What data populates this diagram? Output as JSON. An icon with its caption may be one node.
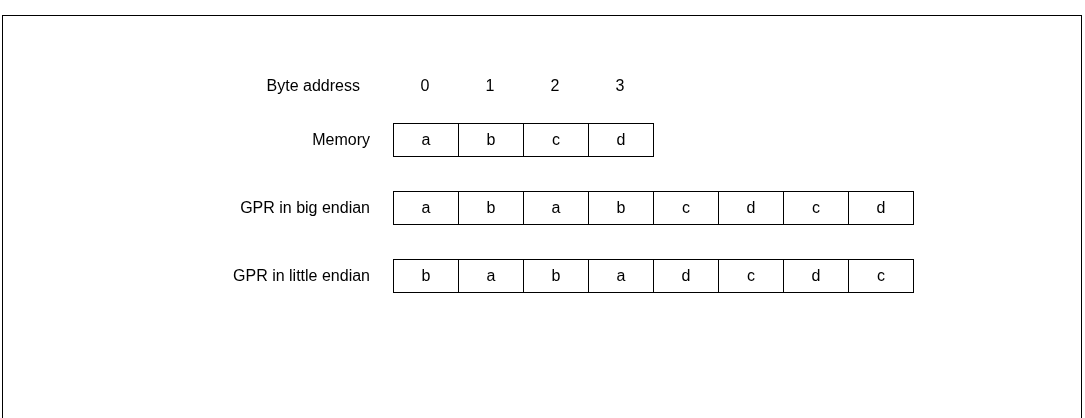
{
  "diagram": {
    "nodes": [
      {
        "text": [
          "a"
        ]
      },
      {
        "text": [
          "b"
        ]
      },
      {
        "text": [
          "c"
        ]
      },
      {
        "text": [
          "d"
        ]
      },
      {
        "text": [
          "a"
        ]
      },
      {
        "text": [
          "b"
        ]
      },
      {
        "text": [
          "a"
        ]
      },
      {
        "text": [
          "b"
        ]
      },
      {
        "text": [
          "c"
        ]
      },
      {
        "text": [
          "d"
        ]
      },
      {
        "text": [
          "c"
        ]
      },
      {
        "text": [
          "d"
        ]
      },
      {
        "text": [
          "b"
        ]
      },
      {
        "text": [
          "a"
        ]
      },
      {
        "text": [
          "b"
        ]
      },
      {
        "text": [
          "a"
        ]
      },
      {
        "text": [
          "d"
        ]
      },
      {
        "text": [
          "c"
        ]
      },
      {
        "text": [
          "d"
        ]
      },
      {
        "text": [
          "c"
        ]
      }
    ],
    "edges": [],
    "labels": [
      "Byte address",
      "0",
      "1",
      "2",
      "3",
      "Memory",
      "GPR in big endian",
      "GPR in little endian"
    ]
  }
}
